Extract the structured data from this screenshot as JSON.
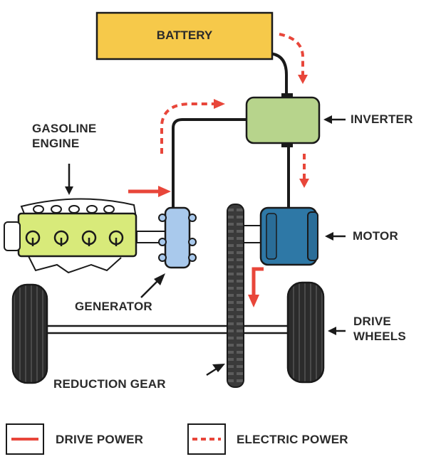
{
  "labels": {
    "battery": "BATTERY",
    "inverter": "INVERTER",
    "gasoline_engine": "GASOLINE\nENGINE",
    "motor": "MOTOR",
    "generator": "GENERATOR",
    "drive_wheels": "DRIVE\nWHEELS",
    "reduction_gear": "REDUCTION GEAR"
  },
  "legend": {
    "drive_power": "DRIVE POWER",
    "electric_power": "ELECTRIC POWER"
  },
  "colors": {
    "battery_fill": "#f6c94a",
    "inverter_fill": "#b7d48c",
    "engine_fill": "#d8ea7a",
    "generator_fill": "#a9c9ec",
    "motor_fill": "#2e78a6",
    "arrow_red": "#e8463a",
    "wheel_dark": "#2b2b2b"
  }
}
